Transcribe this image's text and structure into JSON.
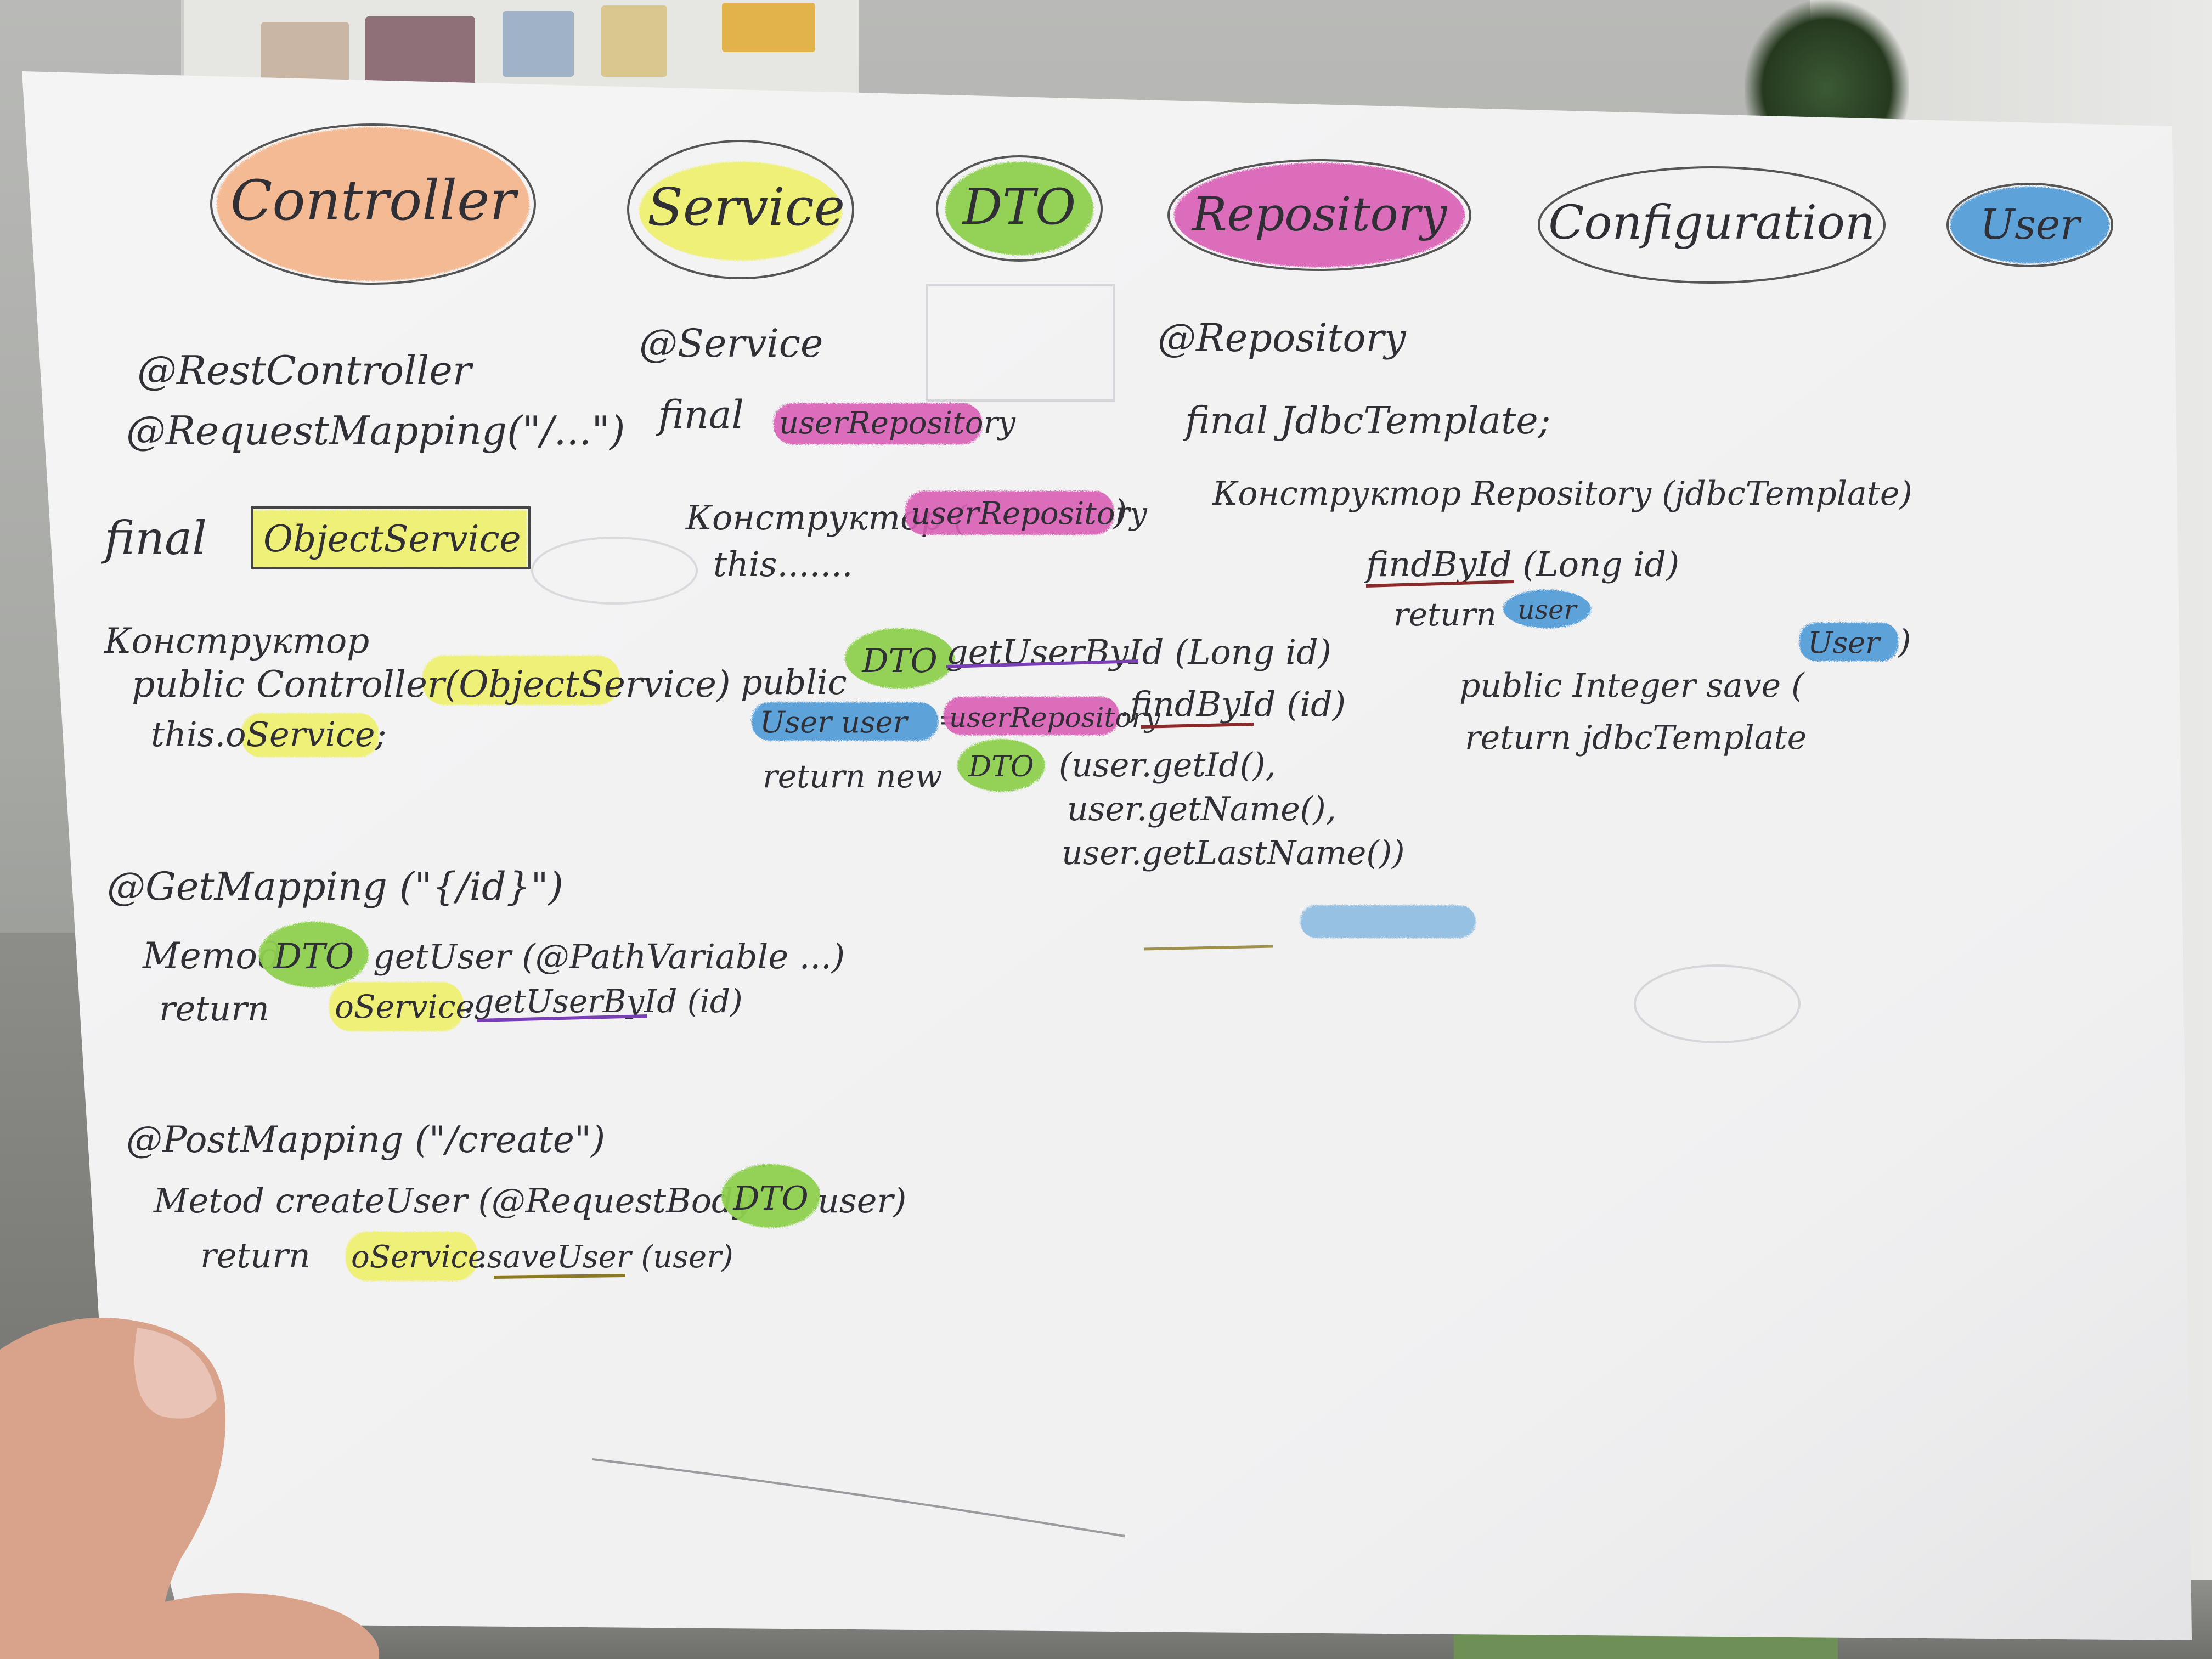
{
  "layers": {
    "controller": "Controller",
    "service": "Service",
    "dto": "DTO",
    "repository": "Repository",
    "configuration": "Configuration",
    "user": "User"
  },
  "controller_column": {
    "annotation1": "@RestController",
    "annotation2": "@RequestMapping(\"/...\")",
    "final_prefix": "final",
    "final_type": "ObjectService",
    "constructor_word": "Конструктор",
    "constructor_line": "public Controller(ObjectService)",
    "this_line": "this.oService;",
    "get_mapping": "@GetMapping (\"{/id}\")",
    "get_method_prefix": "Метод",
    "get_method_dto": "DTO",
    "get_method_rest": "getUser (@PathVariable ...)",
    "get_return_prefix": "return",
    "get_return_hl": "oService",
    "get_return_rest": ".getUserById (id)",
    "post_mapping": "@PostMapping (\"/create\")",
    "post_method_prefix": "Metod createUser (@RequestBody",
    "post_method_dto": "DTO",
    "post_method_suffix": "user)",
    "post_return_prefix": "return",
    "post_return_hl": "oService",
    "post_return_rest": ".saveUser (user)"
  },
  "service_column": {
    "annotation": "@Service",
    "final_prefix": "final",
    "final_hl": "userRepository",
    "constructor_prefix": "Конструктор (",
    "constructor_hl": "userRepository",
    "constructor_suffix": ")",
    "this_line": "this.......",
    "method_prefix": "public",
    "method_dto": "DTO",
    "method_rest": "getUserById (Long id)",
    "line2_user": "User user",
    "line2_eq": "=",
    "line2_repo": "userRepository",
    "line2_rest": ".findById (id)",
    "return_prefix": "return new",
    "return_dto": "DTO",
    "return_rest1": "(user.getId(),",
    "return_rest2": "user.getName(),",
    "return_rest3": "user.getLastName())"
  },
  "repository_column": {
    "annotation": "@Repository",
    "final_line": "final JdbcTemplate;",
    "constructor_line": "Конструктор Repository (jdbcTemplate)",
    "find_line": "findById (Long id)",
    "find_return_prefix": "return",
    "find_return_hl": "user",
    "save_prefix": "public Integer save (",
    "save_hl": "User",
    "save_suffix": ")",
    "save_return": "return jdbcTemplate"
  },
  "colors": {
    "controller": "#f3b184",
    "service": "#eef06a",
    "dto": "#8fd14f",
    "repository": "#d95fb6",
    "user": "#4f9ad8",
    "underline_purple": "#7a3fb5",
    "underline_red": "#8a2a2a",
    "underline_olive": "#8b7a1f"
  }
}
